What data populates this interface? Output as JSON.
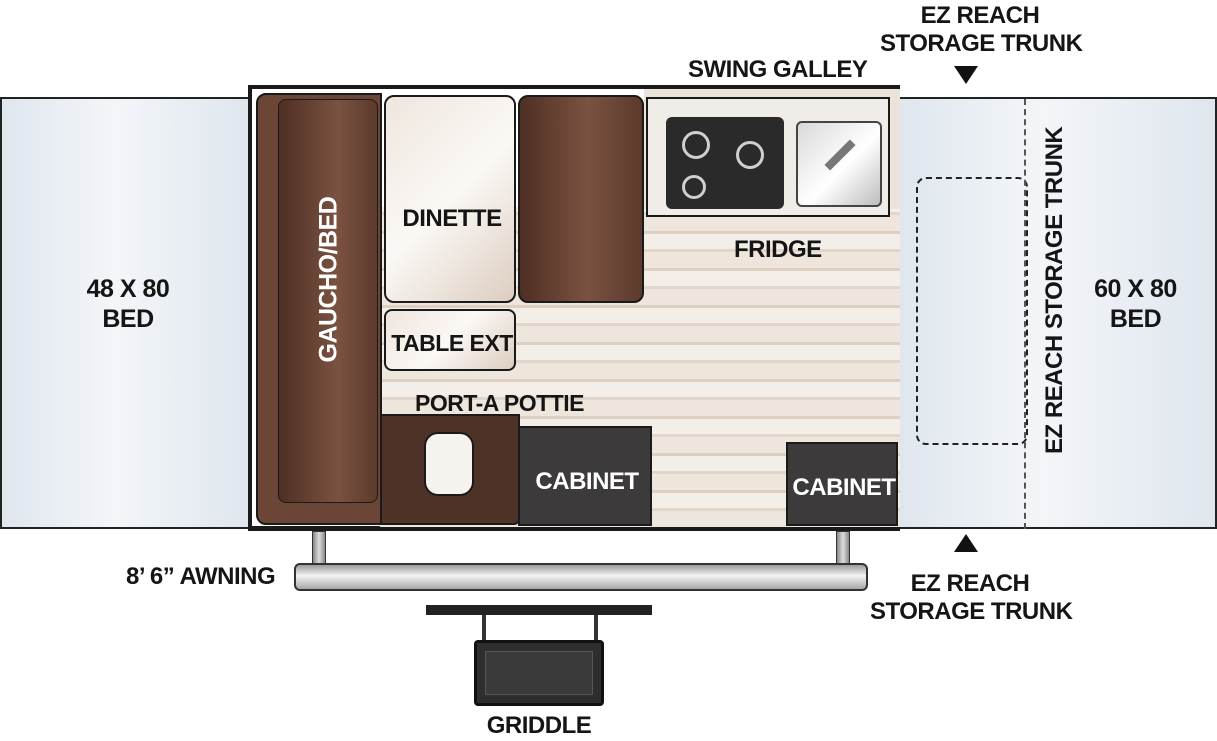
{
  "labels": {
    "bed_left": [
      "48 X 80",
      "BED"
    ],
    "bed_right": [
      "60 X 80",
      "BED"
    ],
    "gaucho": "GAUCHO/BED",
    "dinette": "DINETTE",
    "table_ext": "TABLE EXT",
    "port_a_pottie": "PORT-A POTTIE",
    "swing_galley": "SWING GALLEY",
    "fridge": "FRIDGE",
    "cabinet_left": "CABINET",
    "cabinet_right": "CABINET",
    "trunk_top": [
      "EZ REACH",
      "STORAGE TRUNK"
    ],
    "trunk_bottom": [
      "EZ REACH",
      "STORAGE TRUNK"
    ],
    "trunk_side": "EZ REACH STORAGE TRUNK",
    "awning": "8’ 6” AWNING",
    "griddle": "GRIDDLE"
  },
  "colors": {
    "outline": "#1a1a1a",
    "sofa": "#5b3a2c",
    "floor": "#e8ddd3",
    "cabinet": "#3c3a3b",
    "bed": "#e6ecf2"
  }
}
